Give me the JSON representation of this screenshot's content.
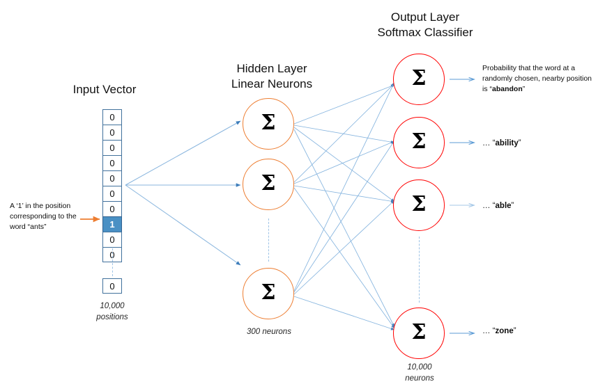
{
  "diagram": {
    "title": "Skip-gram Word2Vec network architecture",
    "colors": {
      "hidden_neuron_border": "#ed7d31",
      "output_neuron_border": "#ff0000",
      "input_cell_border": "#41719c",
      "input_cell_active_fill": "#4a90c4",
      "connection_line": "#5b9bd5",
      "annotation_arrow": "#ed7d31",
      "dots": "#9dc3e6",
      "text": "#0d0d0d",
      "background": "#ffffff"
    }
  },
  "headings": {
    "input": "Input Vector",
    "hidden": "Hidden Layer\nLinear Neurons",
    "output": "Output Layer\nSoftmax Classifier"
  },
  "input_layer": {
    "cells": [
      "0",
      "0",
      "0",
      "0",
      "0",
      "0",
      "0",
      "1",
      "0",
      "0"
    ],
    "active_index": 7,
    "tail_cell": "0",
    "caption": "10,000\npositions",
    "annotation": {
      "line1": "A ‘1’ in the position",
      "line2": "corresponding to the",
      "line3": "word “ants”",
      "arrow": "right-arrow-icon"
    }
  },
  "hidden_layer": {
    "neuron_symbol": "Σ",
    "neurons": [
      {
        "label": "Σ"
      },
      {
        "label": "Σ"
      },
      {
        "label": "Σ"
      }
    ],
    "caption": "300 neurons"
  },
  "output_layer": {
    "neuron_symbol": "Σ",
    "neurons": [
      {
        "label": "Σ"
      },
      {
        "label": "Σ"
      },
      {
        "label": "Σ"
      },
      {
        "label": "Σ"
      }
    ],
    "caption": "10,000\nneurons",
    "labels": [
      {
        "prefix": "Probability that the word at a randomly chosen, nearby position is “",
        "word": "abandon",
        "suffix": "”"
      },
      {
        "prefix": "… “",
        "word": "ability",
        "suffix": "”"
      },
      {
        "prefix": "… “",
        "word": "able",
        "suffix": "”"
      },
      {
        "prefix": "… “",
        "word": "zone",
        "suffix": "”"
      }
    ]
  }
}
